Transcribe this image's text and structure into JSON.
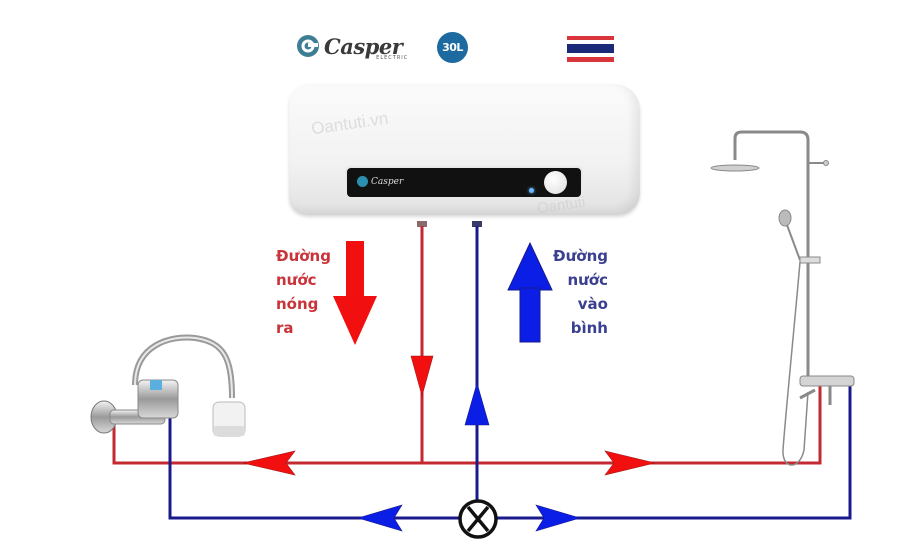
{
  "header": {
    "brand_name": "Casper",
    "brand_sub": "ELECTRIC",
    "capacity_badge": "30L",
    "origin_flag": "thailand-flag-icon"
  },
  "heater": {
    "panel_brand": "Casper",
    "watermark_1": "Oantuti.vn",
    "watermark_2": "Oantuti"
  },
  "labels": {
    "hot_out": [
      "Đường",
      "nước",
      "nóng",
      "ra"
    ],
    "cold_in": [
      "Đường",
      "nước",
      "vào",
      "bình"
    ]
  },
  "colors": {
    "hot_pipe": "#c22a30",
    "hot_arrow": "#f20f0f",
    "cold_pipe": "#1a1a8c",
    "cold_arrow": "#0a1ee6",
    "brand_blue": "#1d6aa0",
    "flag_red": "#d8343c",
    "flag_blue": "#1a2a78"
  },
  "fixtures": {
    "left": "sink-faucet-icon",
    "right": "shower-set-icon",
    "valve": "shutoff-valve-icon"
  }
}
